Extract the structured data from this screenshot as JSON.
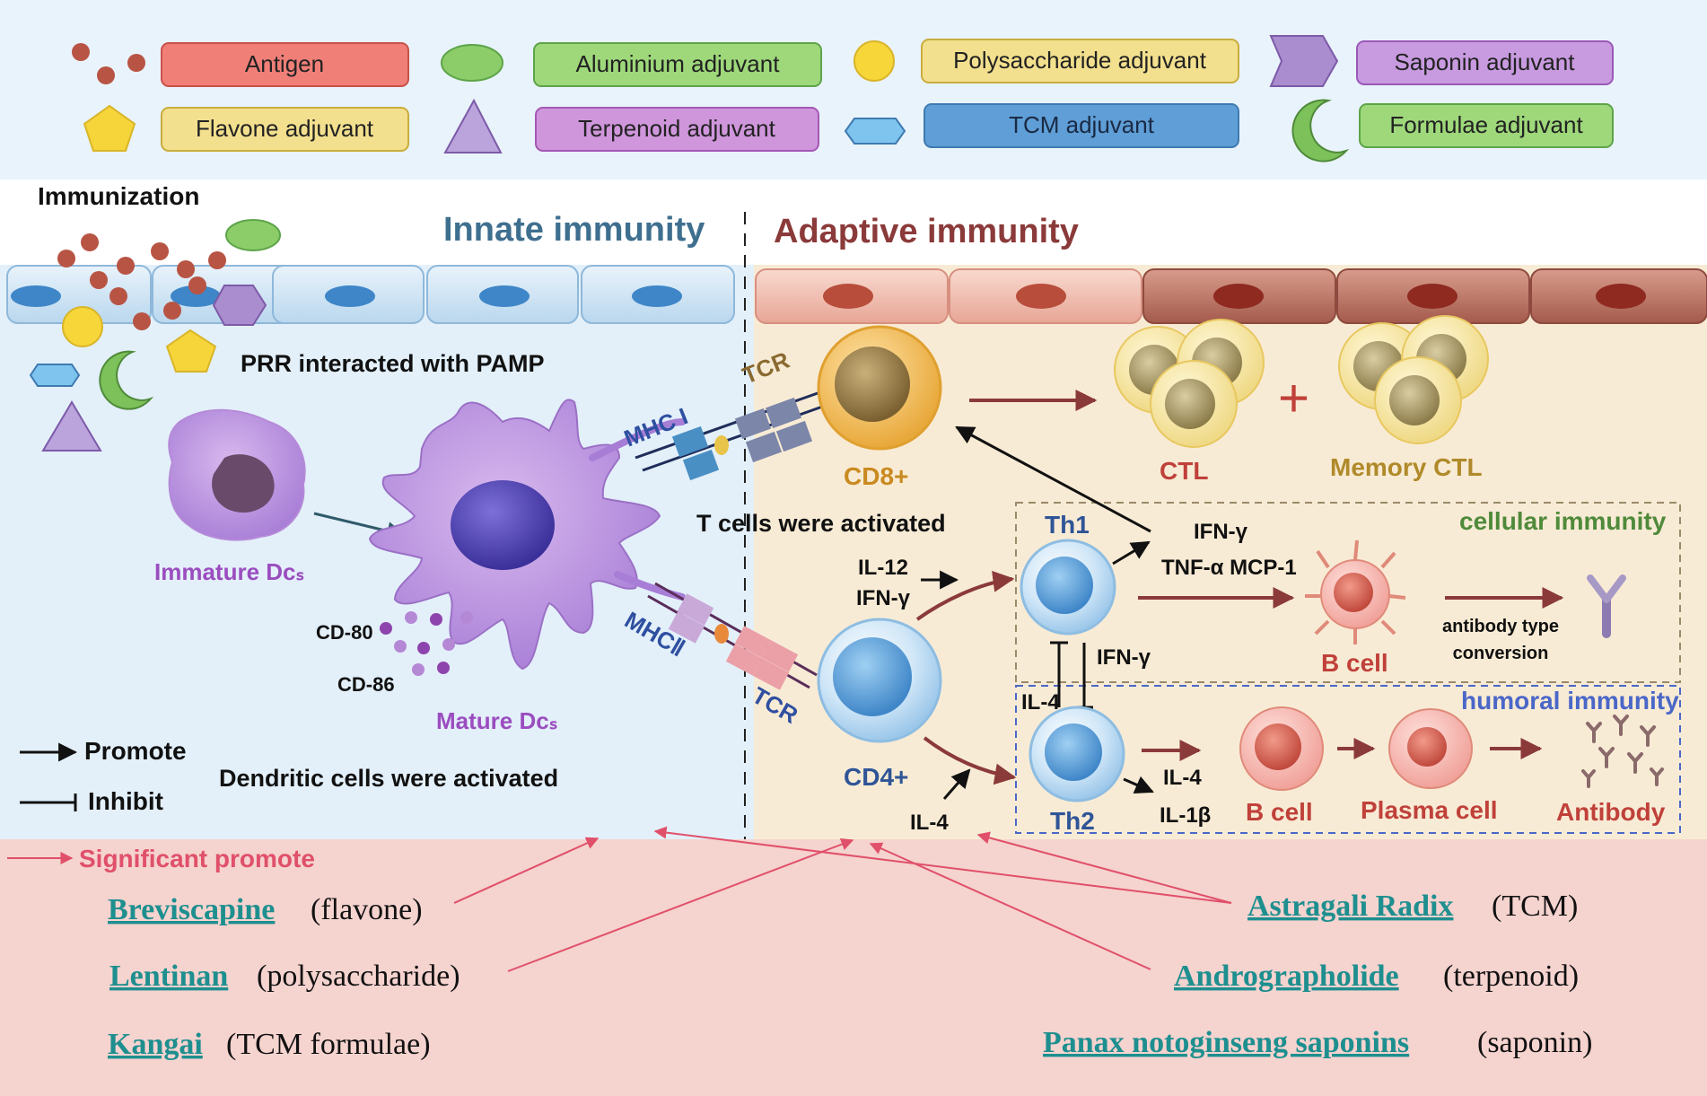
{
  "legend": {
    "items": [
      {
        "id": "antigen",
        "label": "Antigen",
        "shape": "dots",
        "shape_color": "#b85444",
        "box_fill": "#f07f78",
        "box_stroke": "#c9514a"
      },
      {
        "id": "aluminium",
        "label": "Aluminium  adjuvant",
        "shape": "ellipse",
        "shape_color": "#8ccd6a",
        "box_fill": "#9ed87a",
        "box_stroke": "#5da44a"
      },
      {
        "id": "polysaccharide",
        "label": "Polysaccharide adjuvant",
        "shape": "circle",
        "shape_color": "#f7d63a",
        "box_fill": "#f3e08e",
        "box_stroke": "#c9ad3d"
      },
      {
        "id": "saponin",
        "label": "Saponin adjuvant",
        "shape": "hexagon",
        "shape_color": "#a98dcf",
        "box_fill": "#c89ae0",
        "box_stroke": "#9b58b8"
      },
      {
        "id": "flavone",
        "label": "Flavone adjuvant",
        "shape": "pentagon",
        "shape_color": "#f6d53a",
        "box_fill": "#f3e08e",
        "box_stroke": "#c9ad3d"
      },
      {
        "id": "terpenoid",
        "label": "Terpenoid adjuvant",
        "shape": "triangle",
        "shape_color": "#a98dcf",
        "box_fill": "#cf96dc",
        "box_stroke": "#a458b4"
      },
      {
        "id": "tcm",
        "label": "TCM adjuvant",
        "shape": "hexagon-flat",
        "shape_color": "#7fc4ef",
        "box_fill": "#5f9ed6",
        "box_stroke": "#3e7ab0"
      },
      {
        "id": "formulae",
        "label": "Formulae adjuvant",
        "shape": "crescent",
        "shape_color": "#7cc15a",
        "box_fill": "#9ed87a",
        "box_stroke": "#5da44a"
      }
    ]
  },
  "sections": {
    "immunization": "Immunization",
    "innate": "Innate immunity",
    "adaptive": "Adaptive immunity"
  },
  "labels": {
    "prr": "PRR interacted with PAMP",
    "mhc1": "MHC I",
    "mhc2": "MHCⅡ",
    "tcr_top": "TCR",
    "tcr_bottom": "TCR",
    "cd8": "CD8+",
    "cd4": "CD4+",
    "ctl": "CTL",
    "plus": "+",
    "memory_ctl": "Memory CTL",
    "immature_dcs": "Immature Dcₛ",
    "mature_dcs": "Mature Dcₛ",
    "cd80": "CD-80",
    "cd86": "CD-86",
    "t_activated": "T cells were activated",
    "dc_activated": "Dendritic cells were activated",
    "il12": "IL-12",
    "ifn_g_left": "IFN-γ",
    "th1": "Th1",
    "th2": "Th2",
    "ifn_g_th1": "IFN-γ",
    "tnf_mcp": "TNF-α MCP-1",
    "ifn_g_mid": "IFN-γ",
    "il4_mid": "IL-4",
    "il4_bottom": "IL-4",
    "il4_th2": "IL-4",
    "il1b": "IL-1β",
    "cellular": "cellular immunity",
    "humoral": "humoral immunity",
    "b_cell_top": "B cell",
    "antibody_type_1": "antibody type",
    "antibody_type_2": "conversion",
    "b_cell_bottom": "B cell",
    "plasma_cell": "Plasma cell",
    "antibody": "Antibody"
  },
  "key": {
    "promote": "Promote",
    "inhibit": "Inhibit",
    "significant": "Significant promote"
  },
  "compounds": [
    {
      "name": "Breviscapine",
      "type": "(flavone)"
    },
    {
      "name": "Lentinan",
      "type": "(polysaccharide)"
    },
    {
      "name": "Kangai",
      "type": "(TCM formulae)"
    },
    {
      "name": "Astragali Radix",
      "type": "(TCM)"
    },
    {
      "name": "Andrographolide",
      "type": "(terpenoid)"
    },
    {
      "name": "Panax notoginseng saponins",
      "type": "(saponin)"
    }
  ],
  "colors": {
    "innate_title": "#3f6f8f",
    "adaptive_title": "#8b3a3a",
    "dc_label": "#9b4dbf",
    "cd_label": "#c98a20",
    "th_label": "#2f5597",
    "adaptive_text": "#c0413a",
    "memory_text": "#b08a2a",
    "cellular_text": "#4f8a3a",
    "humoral_text": "#4a67c8",
    "significant": "#e0506a",
    "compound": "#1e8f8f"
  }
}
